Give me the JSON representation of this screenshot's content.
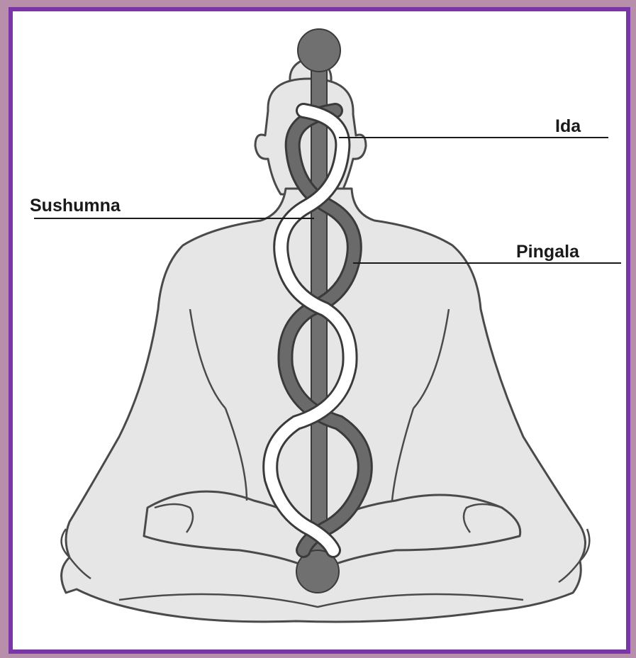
{
  "diagram": {
    "labels": {
      "ida": "Ida",
      "sushumna": "Sushumna",
      "pingala": "Pingala"
    },
    "colors": {
      "border": "#7a35a6",
      "outer_background": "#b88fab",
      "body_fill": "#e6e6e6",
      "outline": "#4a4a4a",
      "sushumna_channel": "#707070",
      "ida_channel": "#ffffff",
      "pingala_channel": "#6a6a6a"
    }
  }
}
